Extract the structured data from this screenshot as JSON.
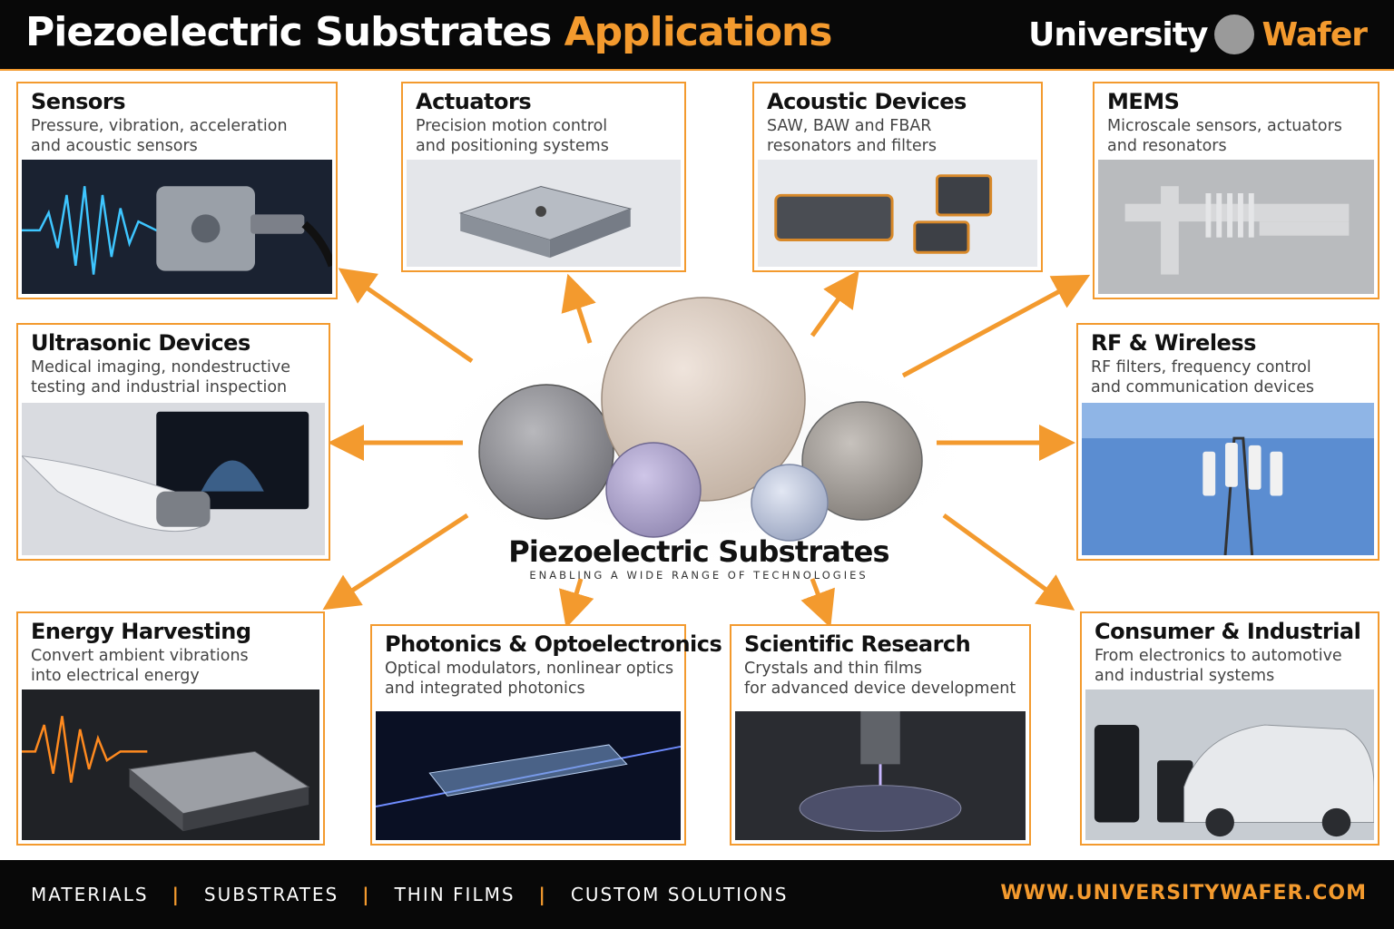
{
  "header": {
    "title_main": "Piezoelectric Substrates",
    "title_accent": "Applications",
    "brand_word1": "University",
    "brand_word2": "Wafer"
  },
  "center": {
    "title": "Piezoelectric Substrates",
    "tagline": "ENABLING A WIDE RANGE OF TECHNOLOGIES"
  },
  "cards": {
    "sensors": {
      "title": "Sensors",
      "line1": "Pressure, vibration, acceleration",
      "line2": "and acoustic sensors"
    },
    "actuators": {
      "title": "Actuators",
      "line1": "Precision motion control",
      "line2": "and positioning systems"
    },
    "acoustic": {
      "title": "Acoustic Devices",
      "line1": "SAW, BAW and FBAR",
      "line2": "resonators and filters"
    },
    "mems": {
      "title": "MEMS",
      "line1": "Microscale sensors, actuators",
      "line2": "and resonators"
    },
    "ultrasonic": {
      "title": "Ultrasonic Devices",
      "line1": "Medical imaging, nondestructive",
      "line2": "testing and industrial inspection"
    },
    "rf": {
      "title": "RF & Wireless",
      "line1": "RF filters, frequency control",
      "line2": "and communication devices"
    },
    "energy": {
      "title": "Energy Harvesting",
      "line1": "Convert ambient vibrations",
      "line2": "into electrical energy"
    },
    "photonics": {
      "title": "Photonics & Optoelectronics",
      "line1": "Optical modulators, nonlinear optics",
      "line2": "and integrated photonics"
    },
    "research": {
      "title": "Scientific Research",
      "line1": "Crystals and thin films",
      "line2": "for advanced device development"
    },
    "consumer": {
      "title": "Consumer & Industrial",
      "line1": "From electronics to automotive",
      "line2": "and industrial systems"
    }
  },
  "footer": {
    "items": [
      "MATERIALS",
      "SUBSTRATES",
      "THIN FILMS",
      "CUSTOM SOLUTIONS"
    ],
    "separator": "|",
    "url": "WWW.UNIVERSITYWAFER.COM"
  },
  "colors": {
    "accent": "#f39a2e",
    "header_bg": "#080808",
    "text_dark": "#111111"
  },
  "icons": [
    "arrow-icon",
    "wafer-illustration",
    "waveform-icon"
  ]
}
